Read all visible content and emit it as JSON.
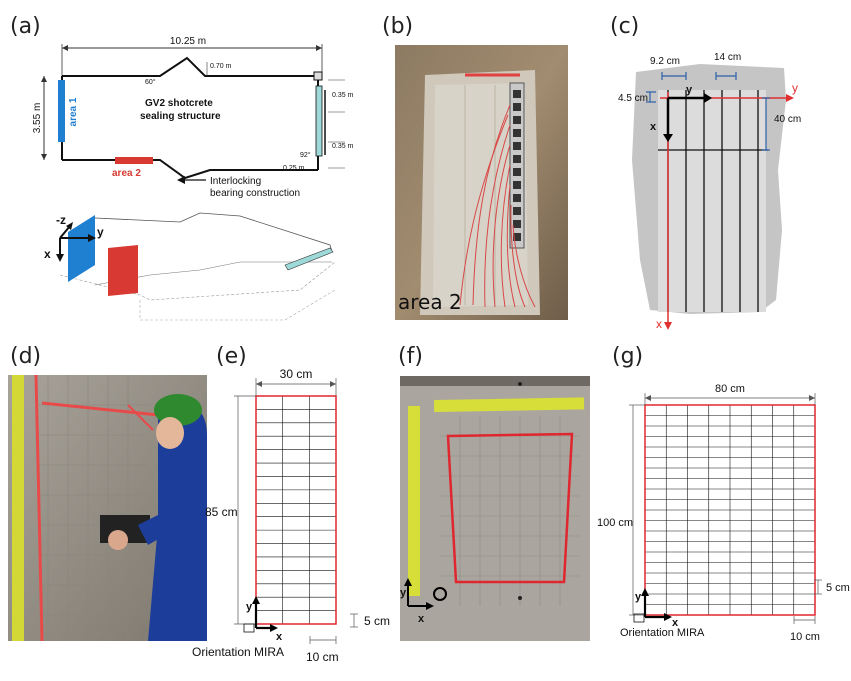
{
  "panels": {
    "a": "(a)",
    "b": "(b)",
    "c": "(c)",
    "d": "(d)",
    "e": "(e)",
    "f": "(f)",
    "g": "(g)"
  },
  "panel_a": {
    "length": "10.25 m",
    "height": "3.55 m",
    "area1": "area 1",
    "area2": "area 2",
    "title_line1": "GV2 shotcrete",
    "title_line2": "sealing structure",
    "angle_60": "60°",
    "angle_92": "92°",
    "dim_070": "0.70 m",
    "dim_035a": "0.35 m",
    "dim_035b": "0.35 m",
    "dim_025": "0.25 m",
    "interlock_line1": "Interlocking",
    "interlock_line2": "bearing construction",
    "axis_z": "-z",
    "axis_y": "y",
    "axis_x": "x",
    "colors": {
      "area1": "#1f7fd0",
      "area2": "#d83a33",
      "cyan": "#9ed9d9"
    }
  },
  "panel_b": {
    "label": "area 2"
  },
  "panel_c": {
    "dim_92": "9.2 cm",
    "dim_14": "14 cm",
    "dim_45": "4.5 cm",
    "dim_40": "40 cm",
    "axis_y_black": "y",
    "axis_x_black": "x",
    "axis_y_red": "y",
    "axis_x_red": "x"
  },
  "panel_e": {
    "width": "30 cm",
    "height": "85 cm",
    "step": "5 cm",
    "col": "10 cm",
    "axis_y": "y",
    "axis_x": "x",
    "orientation": "Orientation MIRA"
  },
  "panel_f": {
    "axis_y": "y",
    "axis_x": "x",
    "axis_o": "O"
  },
  "panel_g": {
    "width": "80 cm",
    "height": "100 cm",
    "step": "5 cm",
    "col": "10 cm",
    "axis_y": "y",
    "axis_x": "x",
    "orientation": "Orientation MIRA"
  }
}
